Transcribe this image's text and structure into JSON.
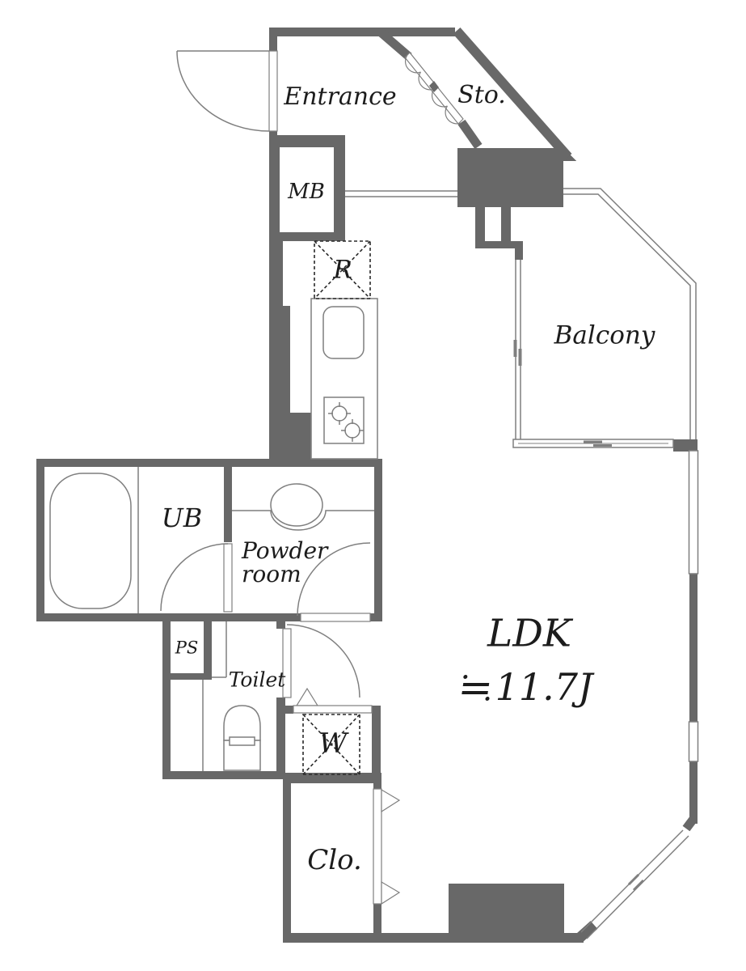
{
  "title": "Apartment floor plan",
  "colors": {
    "wall_gray": "#686868",
    "line_gray": "#7f7f7f",
    "dashed_black": "#2a2a2a",
    "text_black": "#1c1c1c",
    "background": "#ffffff"
  },
  "rooms": {
    "entrance": {
      "label": "Entrance"
    },
    "storage": {
      "label": "Sto."
    },
    "meter_box": {
      "label": "MB"
    },
    "refrigerator": {
      "label": "R"
    },
    "balcony": {
      "label": "Balcony"
    },
    "unit_bath": {
      "label": "UB"
    },
    "powder_room": {
      "label": "Powder room",
      "line1": "Powder",
      "line2": "room"
    },
    "pipe_space": {
      "label": "PS"
    },
    "toilet": {
      "label": "Toilet"
    },
    "washer": {
      "label": "W"
    },
    "ldk": {
      "label": "LDK",
      "size": "≒11.7J",
      "size_number": "11.7J"
    },
    "closet": {
      "label": "Clo."
    }
  }
}
